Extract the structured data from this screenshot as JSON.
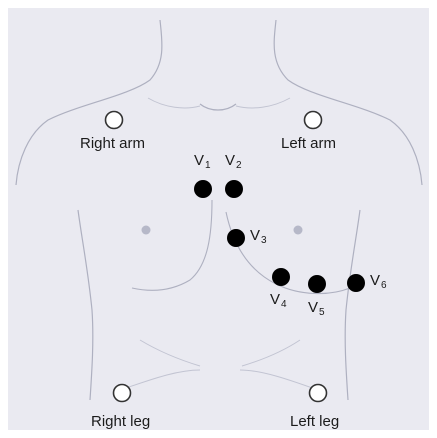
{
  "limb_leads": {
    "right_arm": "Right arm",
    "left_arm": "Left arm",
    "right_leg": "Right leg",
    "left_leg": "Left leg"
  },
  "chest_leads": {
    "letter": "V",
    "v1": "1",
    "v2": "2",
    "v3": "3",
    "v4": "4",
    "v5": "5",
    "v6": "6"
  },
  "colors": {
    "background": "#eaeaf1",
    "outline": "#aeb0c0",
    "electrode_fill": "#000000",
    "limb_electrode_stroke": "#333333"
  }
}
